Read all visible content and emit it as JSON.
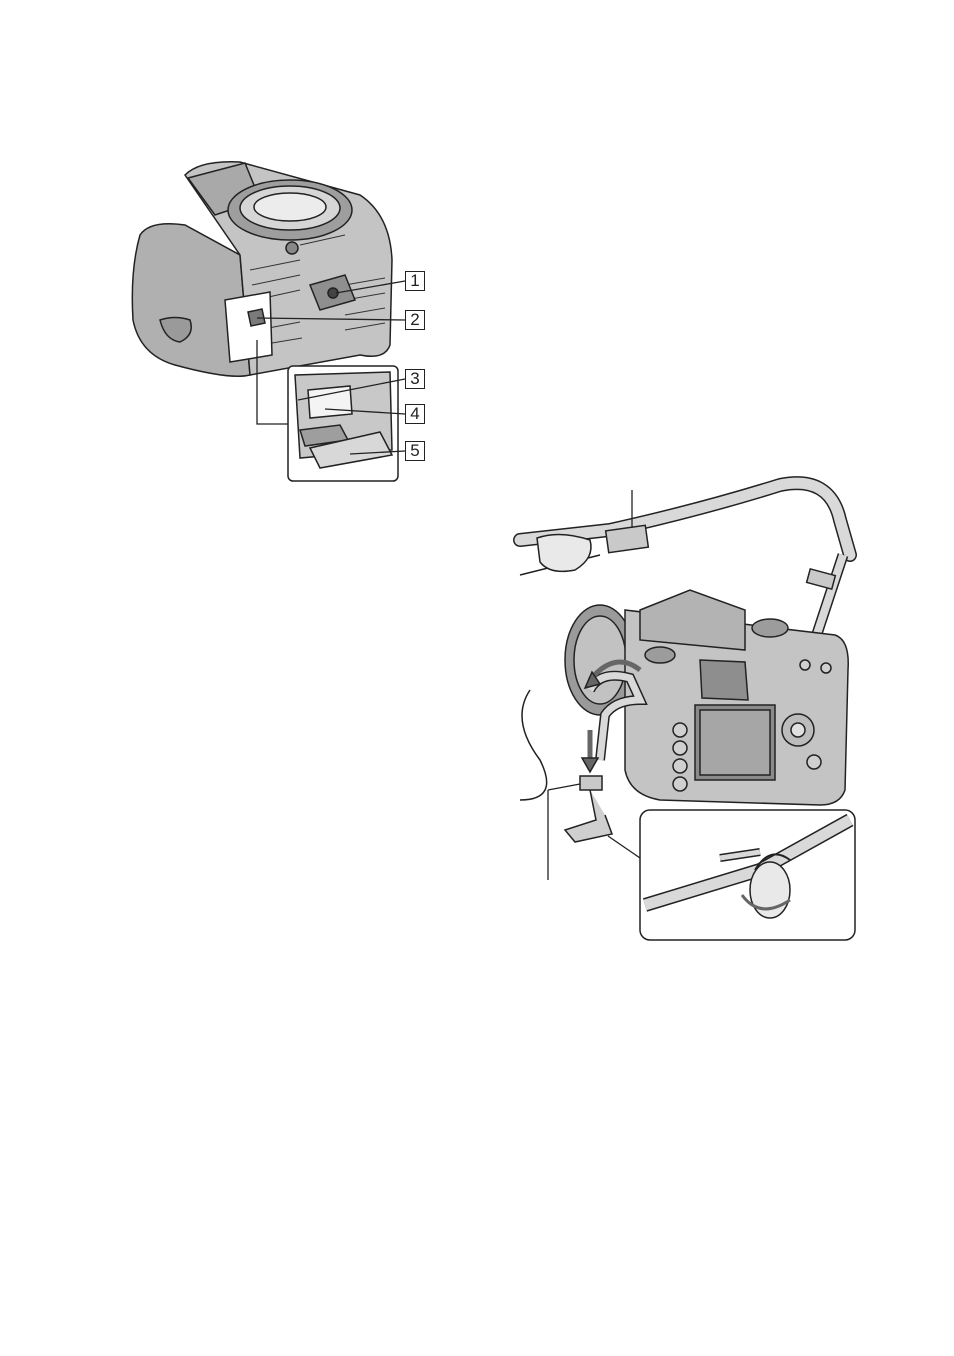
{
  "figure_bottom": {
    "callouts": [
      {
        "number": "1"
      },
      {
        "number": "2"
      },
      {
        "number": "3"
      },
      {
        "number": "4"
      },
      {
        "number": "5"
      }
    ]
  },
  "figure_strap": {
    "callouts": []
  }
}
